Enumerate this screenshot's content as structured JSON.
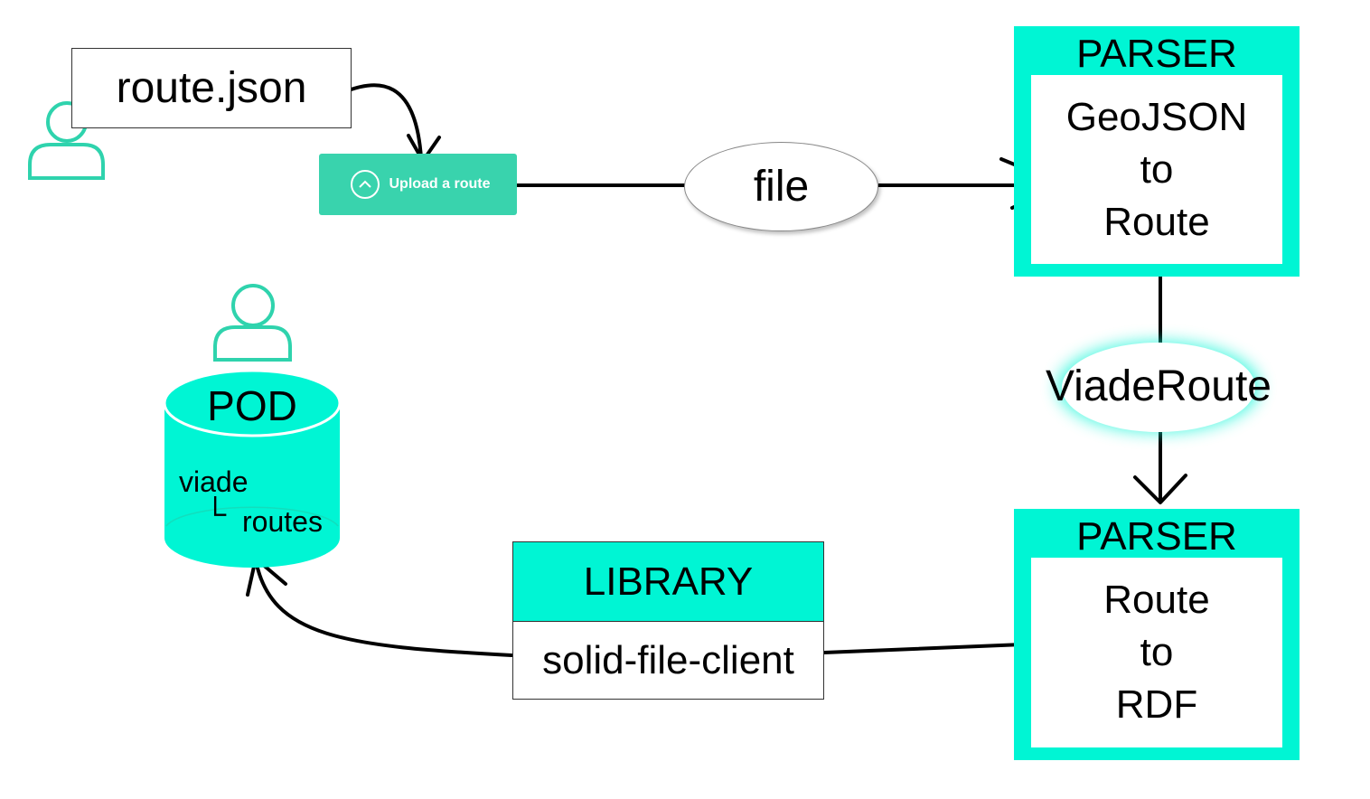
{
  "source_file": {
    "label": "route.json"
  },
  "upload_button": {
    "label": "Upload a route",
    "icon": "chevron-up-icon",
    "color": "#39d3ad"
  },
  "file_ellipse": {
    "label": "file"
  },
  "parser_geojson": {
    "title": "PARSER",
    "lines": [
      "GeoJSON",
      "to",
      "Route"
    ]
  },
  "viade_route": {
    "label": "ViadeRoute"
  },
  "parser_rdf": {
    "title": "PARSER",
    "lines": [
      "Route",
      "to",
      "RDF"
    ]
  },
  "library": {
    "title": "LIBRARY",
    "name": "solid-file-client"
  },
  "pod": {
    "title": "POD",
    "folder": "viade",
    "subfolder": "routes",
    "tree_prefix": "└"
  },
  "colors": {
    "accent": "#00f5d4",
    "user_icon": "#2fd3ad",
    "button": "#39d3ad"
  }
}
